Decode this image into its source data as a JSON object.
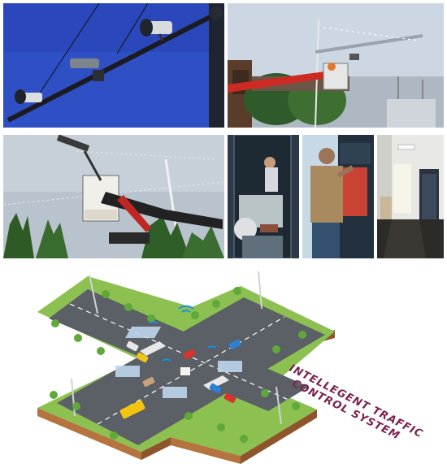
{
  "collage": {
    "photos": [
      {
        "subject": "traffic-camera-gantry",
        "sky": "#2e4ec2"
      },
      {
        "subject": "bucket-truck-pole-installation",
        "sky": "#c9d4e2"
      },
      {
        "subject": "bucket-truck-close-up",
        "sky": "#b8c2cc"
      },
      {
        "subject": "technicians-in-equipment-cabinet",
        "sky": "#2d3a48"
      },
      {
        "subject": "technician-wiring-cabinet",
        "sky": "#c7d8e4"
      },
      {
        "subject": "server-room-interior",
        "sky": "#e6e6e3"
      }
    ]
  },
  "diagram": {
    "caption_line1": "INTELLEGENT TRAFFIC",
    "caption_line2": "CONTROL SYSTEM",
    "colors": {
      "caption": "#7a2450",
      "grass": "#8cc051",
      "soil": "#b5733f",
      "road": "#5b5f66",
      "wifi": "#1d8fe0"
    }
  }
}
